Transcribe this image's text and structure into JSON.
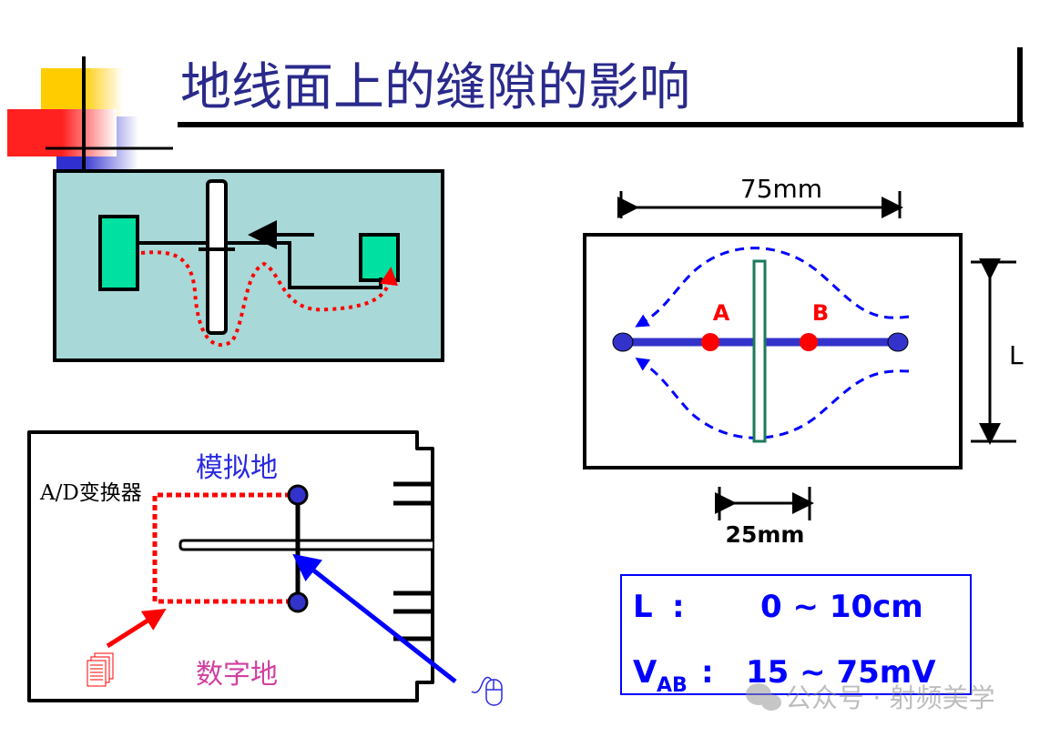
{
  "title": "地线面上的缝隙的影响",
  "right_diagram": {
    "width_label": "75mm",
    "gap_label": "25mm",
    "height_label": "L",
    "point_a": "A",
    "point_b": "B"
  },
  "bottom_diagram": {
    "adc_label": "A/D变换器",
    "analog_ground": "模拟地",
    "digital_ground": "数字地"
  },
  "result_box": {
    "row1_label": "L",
    "row1_colon": ":",
    "row1_value": "0 ~ 10cm",
    "row2_label": "V",
    "row2_sub": "AB",
    "row2_colon": ":",
    "row2_value": "15 ~ 75mV"
  },
  "watermark": "公众号 · 射频美学",
  "colors": {
    "title": "#2a2a8c",
    "board": "#a8d8d8",
    "component": "#00e0a0",
    "trace_red": "#ff0000",
    "trace_blue": "#3333cc"
  }
}
